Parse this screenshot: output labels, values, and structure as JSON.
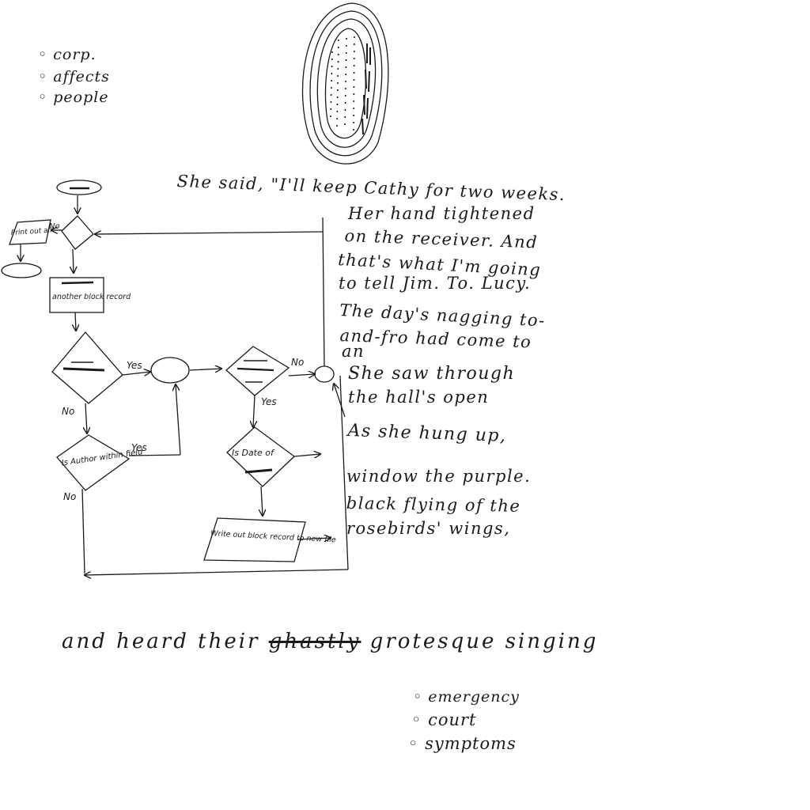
{
  "notes_top_left": [
    "corp.",
    "affects",
    "people"
  ],
  "notes_bottom_right": [
    "emergency",
    "court",
    "symptoms"
  ],
  "story_lines": [
    "She said, \"I'll keep Cathy for two weeks.",
    "Her hand tightened",
    "on the receiver. And",
    "that's what I'm going",
    "to tell Jim. To. Lucy.",
    "The day's nagging to-",
    "and-fro had come to",
    "an",
    "She saw through",
    "the hall's open",
    "As she hung up,",
    "window the purple.",
    "black flying of the",
    "rosebirds' wings,"
  ],
  "bottom_line": {
    "before": "and heard their",
    "struck": "ghastly",
    "after": "grotesque singing"
  },
  "flowchart": {
    "print_box": "Print out all",
    "no_label_1": "No",
    "process_1": "another block record",
    "yes_label_1": "Yes",
    "no_label_2": "No",
    "decision_author": "Is Author within field",
    "yes_label_2": "Yes",
    "no_label_3": "No",
    "no_label_4": "No",
    "yes_label_3": "Yes",
    "decision_date": "Is Date of",
    "process_2": "Write out block record to new file"
  }
}
